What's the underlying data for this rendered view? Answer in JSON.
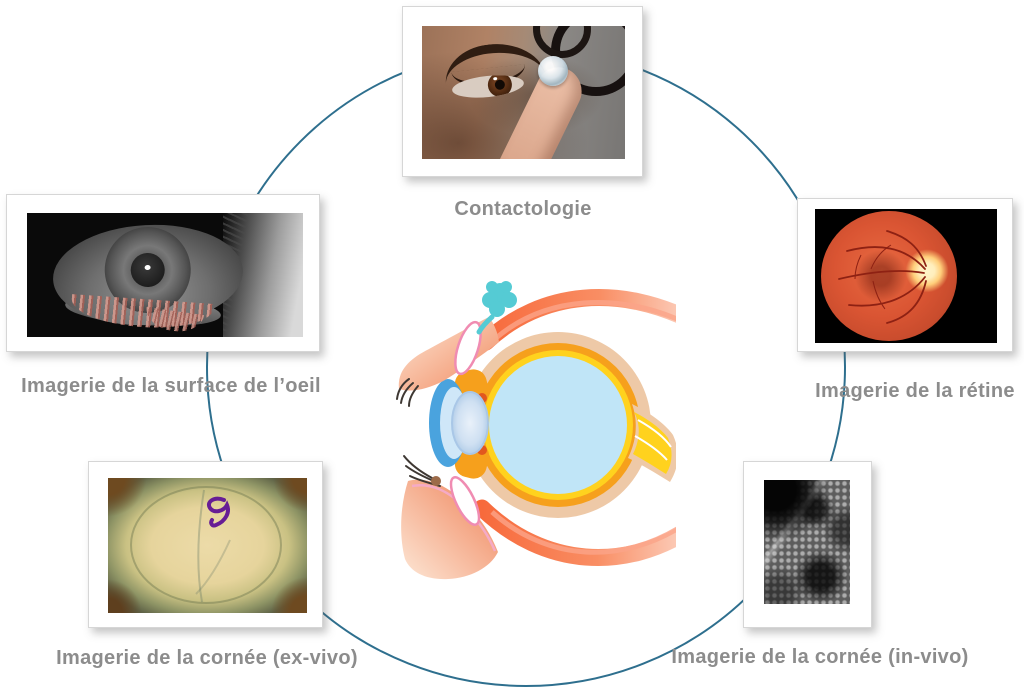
{
  "diagram": {
    "center_illustration": "eye-anatomy-cross-section",
    "connector": {
      "shape": "circle",
      "color": "#2e6f8e"
    },
    "label_color": "#8c8c8c",
    "nodes": [
      {
        "label": "Contactologie",
        "image": "contact-lens-insertion-photo",
        "position": "top"
      },
      {
        "label": "Imagerie de la surface de l’oeil",
        "image": "eye-surface-grayscale-photo",
        "position": "left"
      },
      {
        "label": "Imagerie de la rétine",
        "image": "retina-fundus-photo",
        "position": "right"
      },
      {
        "label": "Imagerie de la cornée (ex-vivo)",
        "image": "cornea-ex-vivo-photo",
        "position": "bottom-left"
      },
      {
        "label": "Imagerie de la cornée (in-vivo)",
        "image": "cornea-confocal-in-vivo-photo",
        "position": "bottom-right"
      }
    ]
  }
}
